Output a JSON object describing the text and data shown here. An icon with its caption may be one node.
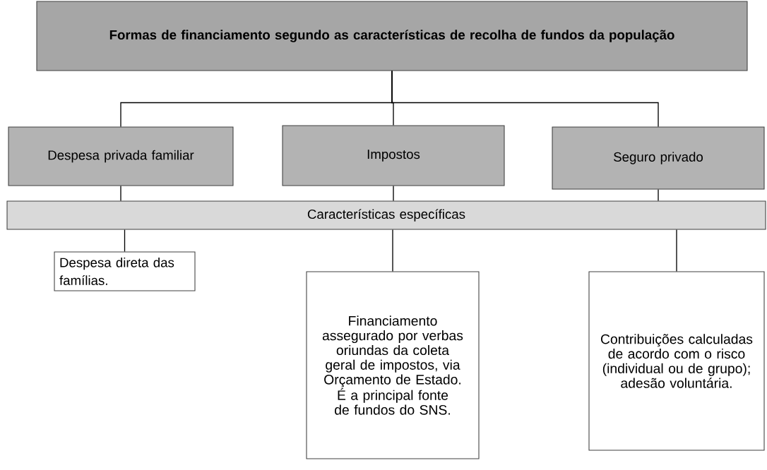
{
  "diagram": {
    "nodes": [
      {
        "text": [
          "Formas de financiamento segundo as características de recolha de fundos da população"
        ]
      },
      {
        "text": [
          "Despesa privada familiar"
        ]
      },
      {
        "text": [
          "Impostos"
        ]
      },
      {
        "text": [
          "Seguro privado"
        ]
      },
      {
        "text": [
          "Características específicas"
        ]
      },
      {
        "text": [
          "Despesa direta das famílias."
        ]
      },
      {
        "text": [
          "Financiamento assegurado por verbas oriundas da coleta geral de impostos, via Orçamento de Estado. É a principal fonte de fundos do SNS."
        ]
      },
      {
        "text": [
          "Contribuições calculadas de acordo com o risco (individual ou de grupo); adesão voluntária."
        ]
      }
    ],
    "edges": [
      {
        "from": 0,
        "to": 1,
        "arrow": "none"
      },
      {
        "from": 0,
        "to": 2,
        "arrow": "none"
      },
      {
        "from": 0,
        "to": 3,
        "arrow": "none"
      },
      {
        "from": 1,
        "to": 4,
        "arrow": "none"
      },
      {
        "from": 2,
        "to": 4,
        "arrow": "none"
      },
      {
        "from": 3,
        "to": 4,
        "arrow": "none"
      },
      {
        "from": 4,
        "to": 5,
        "arrow": "none"
      },
      {
        "from": 4,
        "to": 6,
        "arrow": "none"
      },
      {
        "from": 4,
        "to": 7,
        "arrow": "none"
      }
    ]
  }
}
